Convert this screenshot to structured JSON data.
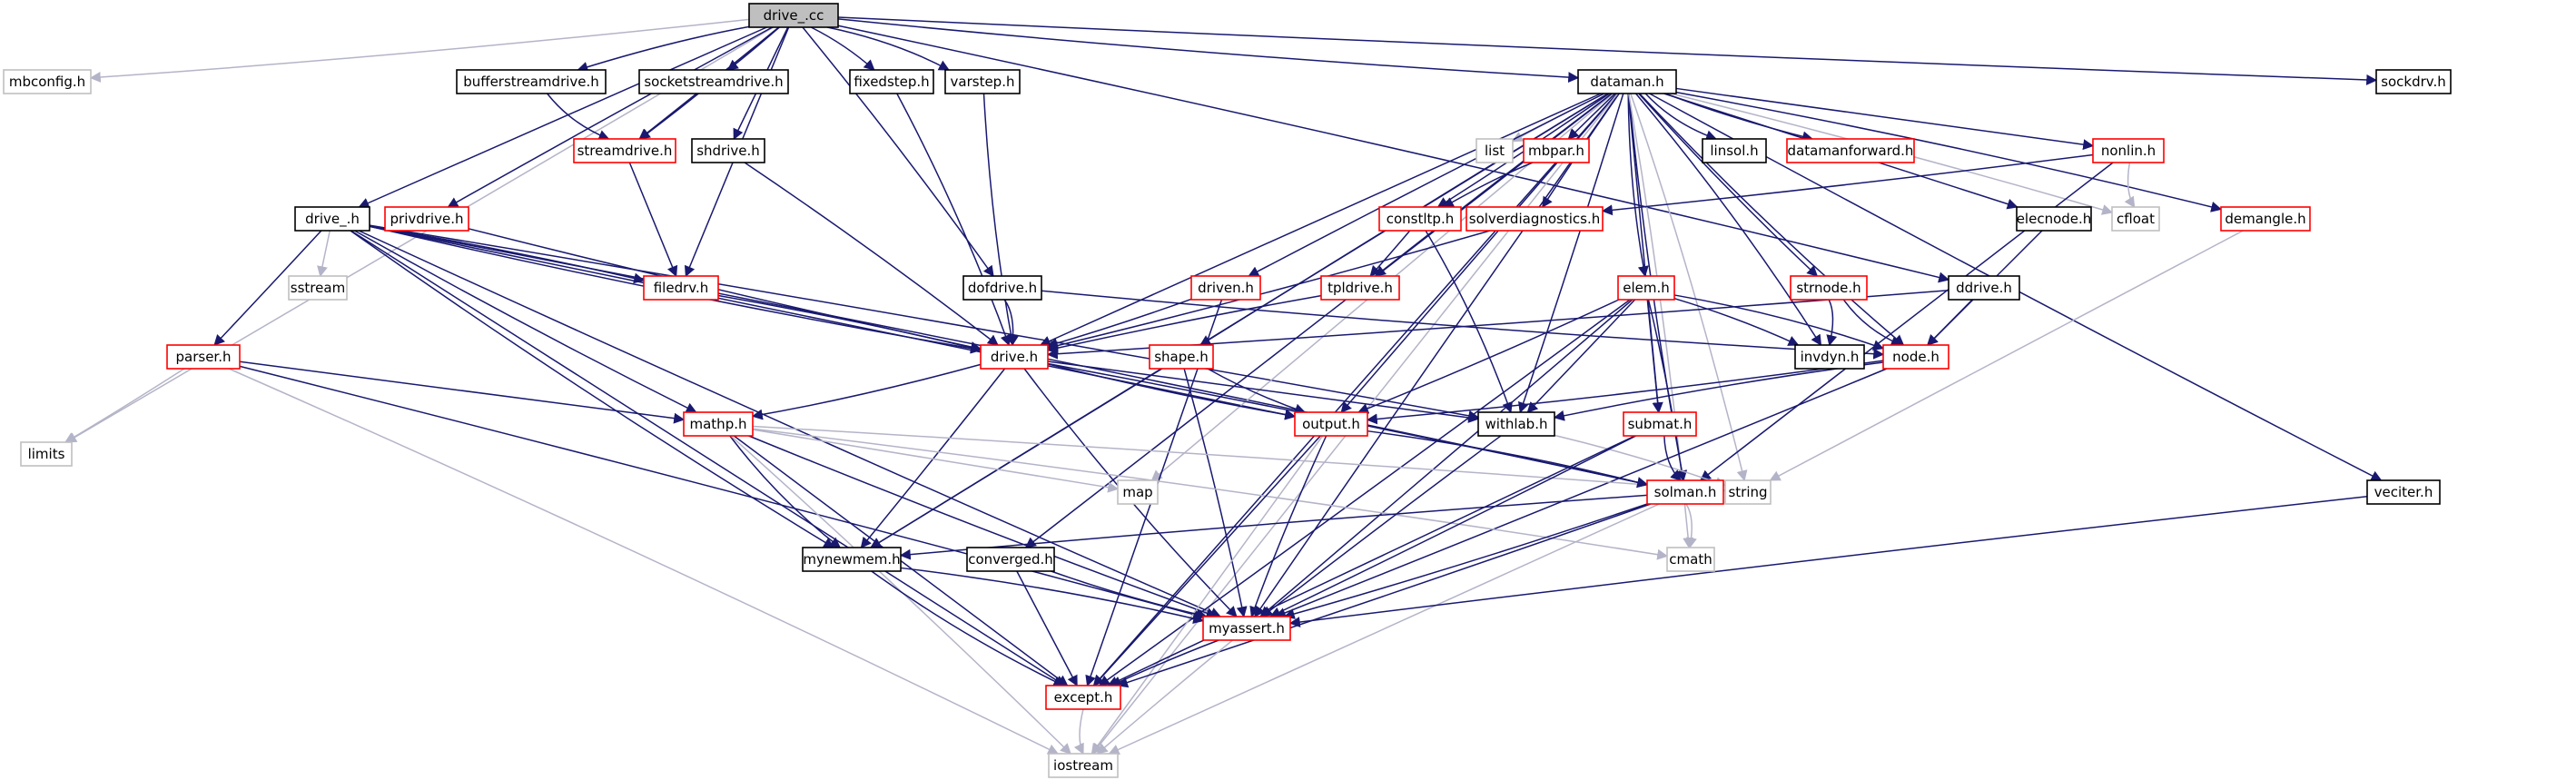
{
  "diagram": {
    "colors": {
      "edge": "#191970",
      "edge_light": "#b4b4c8",
      "root_fill": "#bfbfbf",
      "border_black": "#000000",
      "border_red": "#ff0000",
      "border_gray": "#bfbfbf"
    },
    "nodes": [
      {
        "id": "drive_cc",
        "label": "drive_.cc",
        "style": "root"
      },
      {
        "id": "mbconfig",
        "label": "mbconfig.h",
        "style": "gray"
      },
      {
        "id": "limits",
        "label": "limits",
        "style": "gray"
      },
      {
        "id": "drive_h",
        "label": "drive_.h",
        "style": "black"
      },
      {
        "id": "privdrive",
        "label": "privdrive.h",
        "style": "red"
      },
      {
        "id": "bufferstreamdrive",
        "label": "bufferstreamdrive.h",
        "style": "black"
      },
      {
        "id": "socketstreamdrive",
        "label": "socketstreamdrive.h",
        "style": "black"
      },
      {
        "id": "streamdrive",
        "label": "streamdrive.h",
        "style": "red"
      },
      {
        "id": "shdrive",
        "label": "shdrive.h",
        "style": "black"
      },
      {
        "id": "fixedstep",
        "label": "fixedstep.h",
        "style": "black"
      },
      {
        "id": "varstep",
        "label": "varstep.h",
        "style": "black"
      },
      {
        "id": "dataman",
        "label": "dataman.h",
        "style": "black"
      },
      {
        "id": "sockdrv",
        "label": "sockdrv.h",
        "style": "black"
      },
      {
        "id": "list",
        "label": "list",
        "style": "gray"
      },
      {
        "id": "mbpar",
        "label": "mbpar.h",
        "style": "red"
      },
      {
        "id": "linsol",
        "label": "linsol.h",
        "style": "black"
      },
      {
        "id": "datamanforward",
        "label": "datamanforward.h",
        "style": "red"
      },
      {
        "id": "nonlin",
        "label": "nonlin.h",
        "style": "red"
      },
      {
        "id": "cfloat",
        "label": "cfloat",
        "style": "gray"
      },
      {
        "id": "demangle",
        "label": "demangle.h",
        "style": "red"
      },
      {
        "id": "constltp",
        "label": "constltp.h",
        "style": "red"
      },
      {
        "id": "solverdiag",
        "label": "solverdiagnostics.h",
        "style": "red"
      },
      {
        "id": "elecnode",
        "label": "elecnode.h",
        "style": "black"
      },
      {
        "id": "sstream",
        "label": "sstream",
        "style": "gray"
      },
      {
        "id": "filedrv",
        "label": "filedrv.h",
        "style": "red"
      },
      {
        "id": "dofdrive",
        "label": "dofdrive.h",
        "style": "black"
      },
      {
        "id": "driven",
        "label": "driven.h",
        "style": "red"
      },
      {
        "id": "tpldrive",
        "label": "tpldrive.h",
        "style": "red"
      },
      {
        "id": "elem",
        "label": "elem.h",
        "style": "red"
      },
      {
        "id": "strnode",
        "label": "strnode.h",
        "style": "red"
      },
      {
        "id": "ddrive",
        "label": "ddrive.h",
        "style": "black"
      },
      {
        "id": "parser",
        "label": "parser.h",
        "style": "red"
      },
      {
        "id": "drive",
        "label": "drive.h",
        "style": "red"
      },
      {
        "id": "shape",
        "label": "shape.h",
        "style": "red"
      },
      {
        "id": "invdyn",
        "label": "invdyn.h",
        "style": "black"
      },
      {
        "id": "node",
        "label": "node.h",
        "style": "red"
      },
      {
        "id": "mathp",
        "label": "mathp.h",
        "style": "red"
      },
      {
        "id": "output",
        "label": "output.h",
        "style": "red"
      },
      {
        "id": "withlab",
        "label": "withlab.h",
        "style": "black"
      },
      {
        "id": "submat",
        "label": "submat.h",
        "style": "red"
      },
      {
        "id": "map",
        "label": "map",
        "style": "gray"
      },
      {
        "id": "string",
        "label": "string",
        "style": "gray"
      },
      {
        "id": "solman",
        "label": "solman.h",
        "style": "red"
      },
      {
        "id": "veciter",
        "label": "veciter.h",
        "style": "black"
      },
      {
        "id": "mynewmem",
        "label": "mynewmem.h",
        "style": "black"
      },
      {
        "id": "converged",
        "label": "converged.h",
        "style": "black"
      },
      {
        "id": "cmath",
        "label": "cmath",
        "style": "gray"
      },
      {
        "id": "myassert",
        "label": "myassert.h",
        "style": "red"
      },
      {
        "id": "except",
        "label": "except.h",
        "style": "red"
      },
      {
        "id": "iostream",
        "label": "iostream",
        "style": "gray"
      }
    ],
    "edges": [
      [
        "drive_cc",
        "mbconfig"
      ],
      [
        "drive_cc",
        "limits"
      ],
      [
        "drive_cc",
        "drive_h"
      ],
      [
        "drive_cc",
        "privdrive"
      ],
      [
        "drive_cc",
        "bufferstreamdrive"
      ],
      [
        "drive_cc",
        "socketstreamdrive"
      ],
      [
        "drive_cc",
        "streamdrive"
      ],
      [
        "drive_cc",
        "shdrive"
      ],
      [
        "drive_cc",
        "fixedstep"
      ],
      [
        "drive_cc",
        "varstep"
      ],
      [
        "drive_cc",
        "dataman"
      ],
      [
        "drive_cc",
        "sockdrv"
      ],
      [
        "drive_cc",
        "filedrv"
      ],
      [
        "drive_cc",
        "dofdrive"
      ],
      [
        "drive_cc",
        "ddrive"
      ],
      [
        "bufferstreamdrive",
        "streamdrive"
      ],
      [
        "socketstreamdrive",
        "streamdrive"
      ],
      [
        "streamdrive",
        "filedrv"
      ],
      [
        "shdrive",
        "drive"
      ],
      [
        "fixedstep",
        "drive"
      ],
      [
        "varstep",
        "drive"
      ],
      [
        "privdrive",
        "drive"
      ],
      [
        "drive_h",
        "sstream"
      ],
      [
        "drive_h",
        "filedrv"
      ],
      [
        "drive_h",
        "parser"
      ],
      [
        "drive_h",
        "drive"
      ],
      [
        "drive_h",
        "mathp"
      ],
      [
        "drive_h",
        "output"
      ],
      [
        "drive_h",
        "withlab"
      ],
      [
        "drive_h",
        "solman"
      ],
      [
        "drive_h",
        "mynewmem"
      ],
      [
        "drive_h",
        "myassert"
      ],
      [
        "drive_h",
        "except"
      ],
      [
        "dataman",
        "list"
      ],
      [
        "dataman",
        "mbpar"
      ],
      [
        "dataman",
        "linsol"
      ],
      [
        "dataman",
        "datamanforward"
      ],
      [
        "dataman",
        "nonlin"
      ],
      [
        "dataman",
        "cfloat"
      ],
      [
        "dataman",
        "demangle"
      ],
      [
        "dataman",
        "constltp"
      ],
      [
        "dataman",
        "solverdiag"
      ],
      [
        "dataman",
        "elecnode"
      ],
      [
        "dataman",
        "driven"
      ],
      [
        "dataman",
        "tpldrive"
      ],
      [
        "dataman",
        "elem"
      ],
      [
        "dataman",
        "strnode"
      ],
      [
        "dataman",
        "drive"
      ],
      [
        "dataman",
        "shape"
      ],
      [
        "dataman",
        "invdyn"
      ],
      [
        "dataman",
        "node"
      ],
      [
        "dataman",
        "output"
      ],
      [
        "dataman",
        "submat"
      ],
      [
        "dataman",
        "map"
      ],
      [
        "dataman",
        "string"
      ],
      [
        "dataman",
        "solman"
      ],
      [
        "dataman",
        "veciter"
      ],
      [
        "dataman",
        "mynewmem"
      ],
      [
        "dataman",
        "converged"
      ],
      [
        "dataman",
        "cmath"
      ],
      [
        "dataman",
        "myassert"
      ],
      [
        "dataman",
        "except"
      ],
      [
        "dataman",
        "iostream"
      ],
      [
        "dataman",
        "withlab"
      ],
      [
        "mbpar",
        "constltp"
      ],
      [
        "nonlin",
        "cfloat"
      ],
      [
        "nonlin",
        "solverdiag"
      ],
      [
        "nonlin",
        "solman"
      ],
      [
        "constltp",
        "tpldrive"
      ],
      [
        "constltp",
        "withlab"
      ],
      [
        "solverdiag",
        "drive"
      ],
      [
        "elecnode",
        "node"
      ],
      [
        "demangle",
        "string"
      ],
      [
        "filedrv",
        "drive"
      ],
      [
        "dofdrive",
        "drive"
      ],
      [
        "dofdrive",
        "node"
      ],
      [
        "driven",
        "drive"
      ],
      [
        "driven",
        "except"
      ],
      [
        "tpldrive",
        "drive"
      ],
      [
        "strnode",
        "invdyn"
      ],
      [
        "strnode",
        "node"
      ],
      [
        "ddrive",
        "drive"
      ],
      [
        "ddrive",
        "node"
      ],
      [
        "elem",
        "invdyn"
      ],
      [
        "elem",
        "node"
      ],
      [
        "elem",
        "output"
      ],
      [
        "elem",
        "withlab"
      ],
      [
        "elem",
        "submat"
      ],
      [
        "elem",
        "solman"
      ],
      [
        "elem",
        "myassert"
      ],
      [
        "elem",
        "except"
      ],
      [
        "parser",
        "limits"
      ],
      [
        "parser",
        "mathp"
      ],
      [
        "parser",
        "myassert"
      ],
      [
        "parser",
        "iostream"
      ],
      [
        "drive",
        "mathp"
      ],
      [
        "drive",
        "output"
      ],
      [
        "drive",
        "withlab"
      ],
      [
        "drive",
        "solman"
      ],
      [
        "drive",
        "mynewmem"
      ],
      [
        "drive",
        "myassert"
      ],
      [
        "shape",
        "output"
      ],
      [
        "shape",
        "mynewmem"
      ],
      [
        "shape",
        "myassert"
      ],
      [
        "node",
        "withlab"
      ],
      [
        "node",
        "output"
      ],
      [
        "node",
        "myassert"
      ],
      [
        "mathp",
        "map"
      ],
      [
        "mathp",
        "string"
      ],
      [
        "mathp",
        "cmath"
      ],
      [
        "mathp",
        "mynewmem"
      ],
      [
        "mathp",
        "myassert"
      ],
      [
        "mathp",
        "except"
      ],
      [
        "mathp",
        "iostream"
      ],
      [
        "output",
        "solman"
      ],
      [
        "output",
        "myassert"
      ],
      [
        "output",
        "except"
      ],
      [
        "output",
        "iostream"
      ],
      [
        "withlab",
        "string"
      ],
      [
        "withlab",
        "myassert"
      ],
      [
        "submat",
        "solman"
      ],
      [
        "submat",
        "myassert"
      ],
      [
        "submat",
        "except"
      ],
      [
        "solman",
        "mynewmem"
      ],
      [
        "solman",
        "cmath"
      ],
      [
        "solman",
        "myassert"
      ],
      [
        "solman",
        "except"
      ],
      [
        "solman",
        "iostream"
      ],
      [
        "veciter",
        "myassert"
      ],
      [
        "mynewmem",
        "myassert"
      ],
      [
        "mynewmem",
        "except"
      ],
      [
        "converged",
        "myassert"
      ],
      [
        "converged",
        "except"
      ],
      [
        "myassert",
        "except"
      ],
      [
        "myassert",
        "iostream"
      ],
      [
        "except",
        "iostream"
      ]
    ]
  }
}
